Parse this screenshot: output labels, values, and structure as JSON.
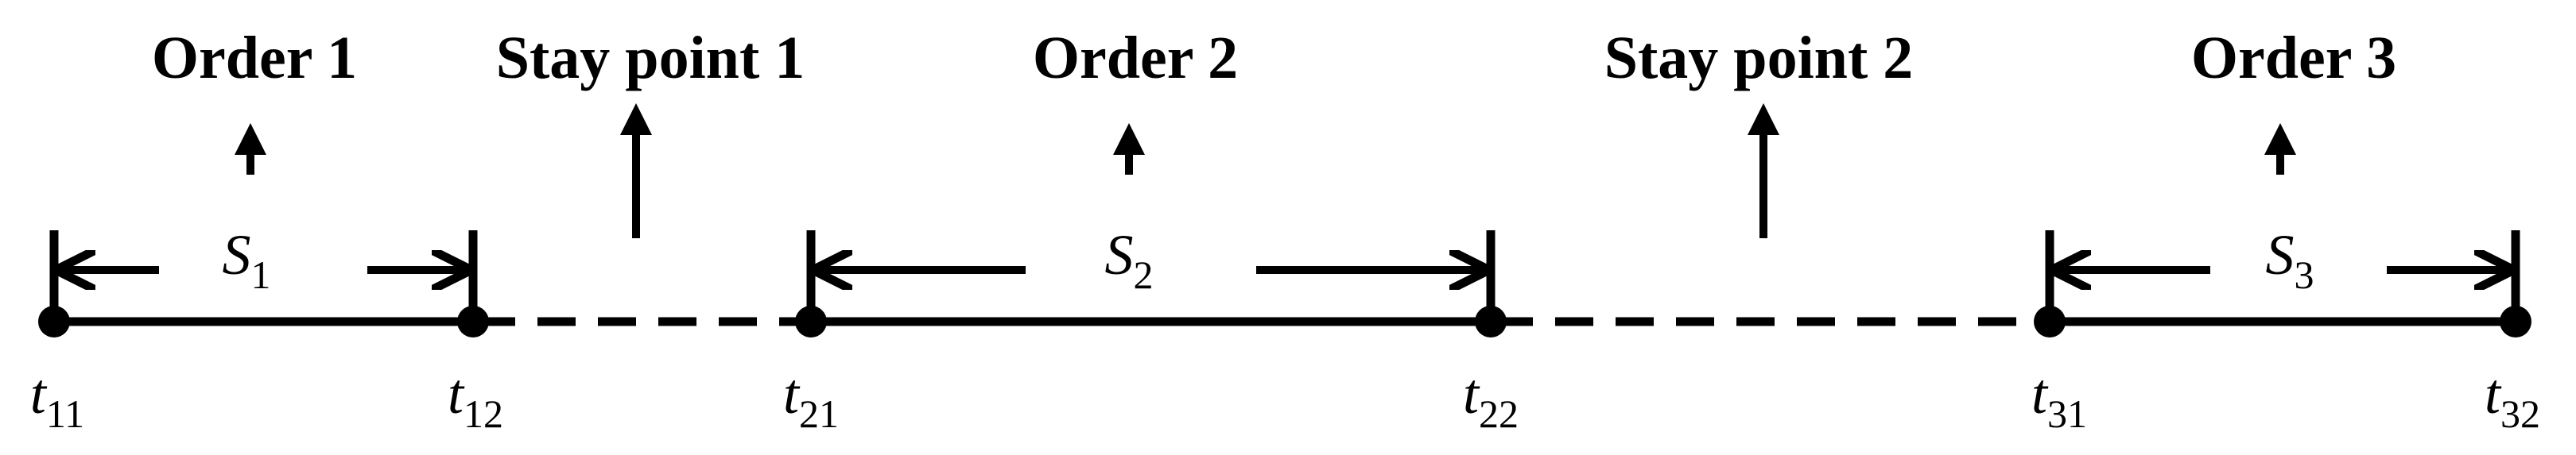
{
  "orders": [
    {
      "label": "Order 1",
      "segment": "S",
      "segment_sub": "1"
    },
    {
      "label": "Order 2",
      "segment": "S",
      "segment_sub": "2"
    },
    {
      "label": "Order 3",
      "segment": "S",
      "segment_sub": "3"
    }
  ],
  "stay_points": [
    {
      "label": "Stay point 1"
    },
    {
      "label": "Stay point 2"
    }
  ],
  "times": [
    {
      "main": "t",
      "sub": "11"
    },
    {
      "main": "t",
      "sub": "12"
    },
    {
      "main": "t",
      "sub": "21"
    },
    {
      "main": "t",
      "sub": "22"
    },
    {
      "main": "t",
      "sub": "31"
    },
    {
      "main": "t",
      "sub": "32"
    }
  ]
}
